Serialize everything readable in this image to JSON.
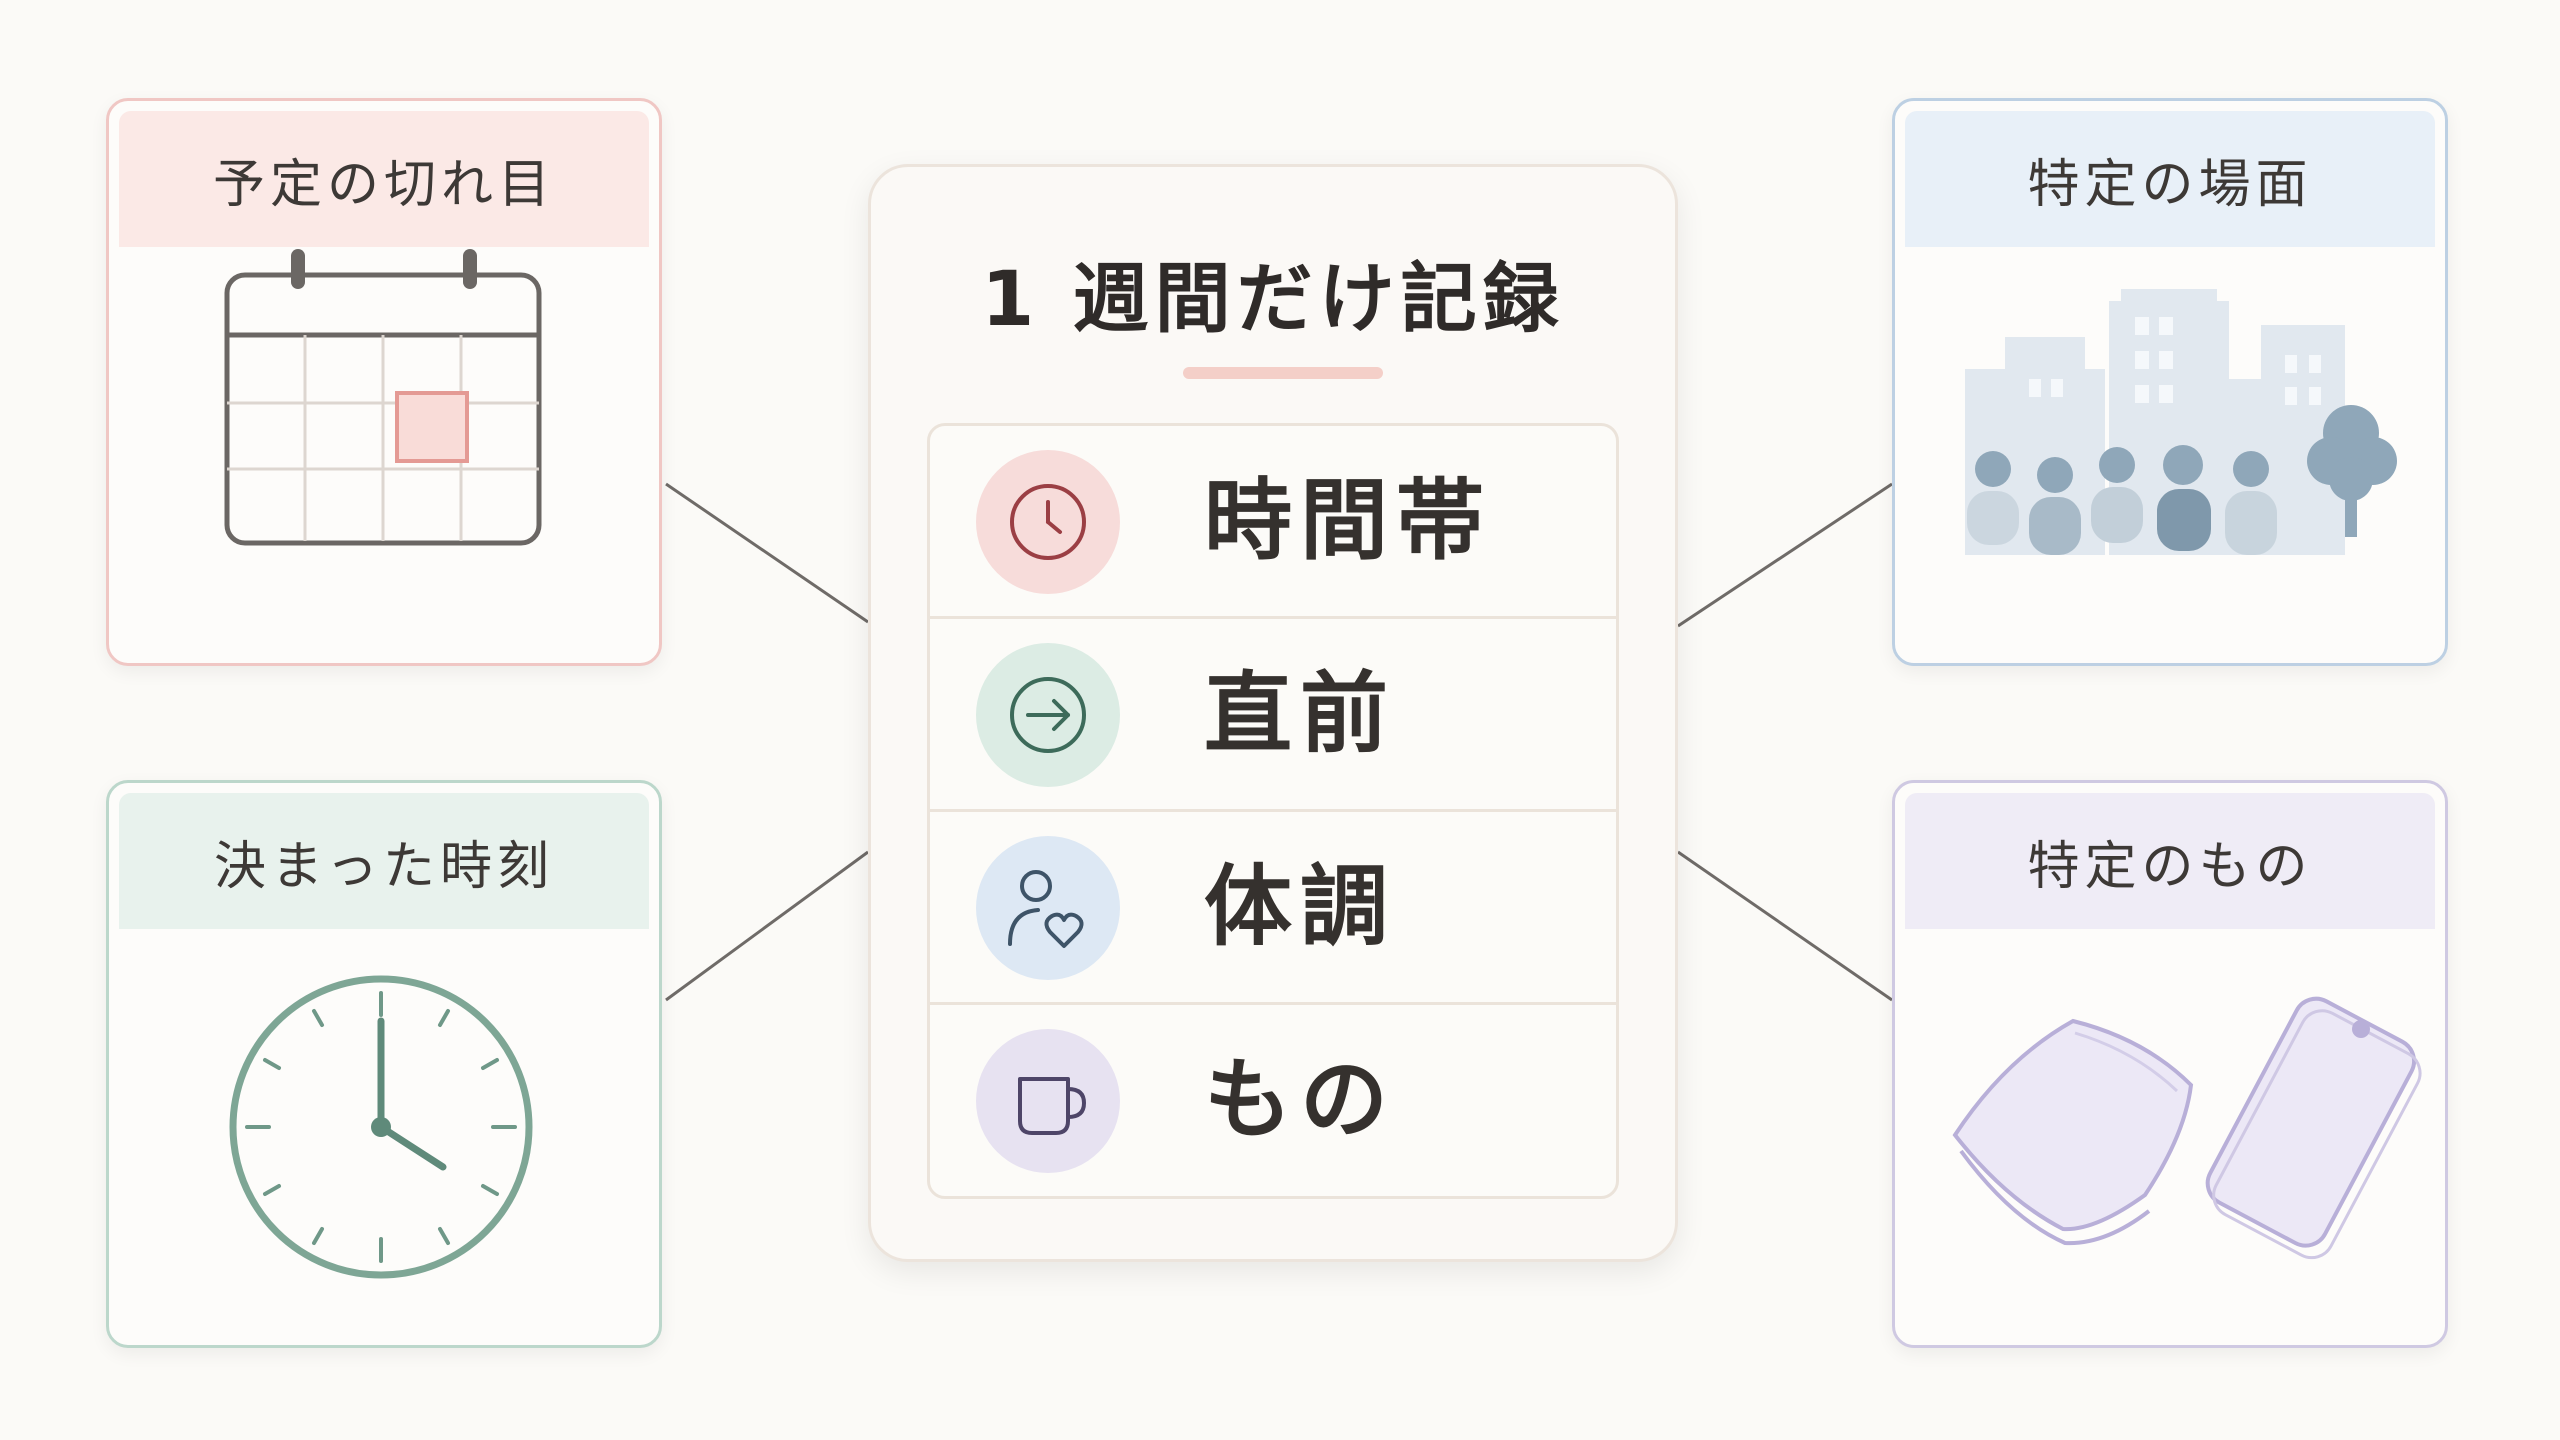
{
  "cards": {
    "top_left": {
      "label": "予定の切れ目",
      "icon": "calendar-icon",
      "accent": "#e9a9a3"
    },
    "bottom_left": {
      "label": "決まった時刻",
      "icon": "clock-icon",
      "accent": "#7ea695"
    },
    "top_right": {
      "label": "特定の場面",
      "icon": "city-crowd-icon",
      "accent": "#8aa3b8"
    },
    "bottom_right": {
      "label": "特定のもの",
      "icon": "towel-and-phone-icon",
      "accent": "#b8afd8"
    }
  },
  "center": {
    "title": "1 週間だけ記録",
    "items": [
      {
        "label": "時間帯",
        "icon": "clock-icon",
        "color": "#f7dcda"
      },
      {
        "label": "直前",
        "icon": "arrow-right-icon",
        "color": "#dcece4"
      },
      {
        "label": "体調",
        "icon": "person-heart-icon",
        "color": "#dde8f4"
      },
      {
        "label": "もの",
        "icon": "mug-icon",
        "color": "#e7e2f1"
      }
    ]
  }
}
